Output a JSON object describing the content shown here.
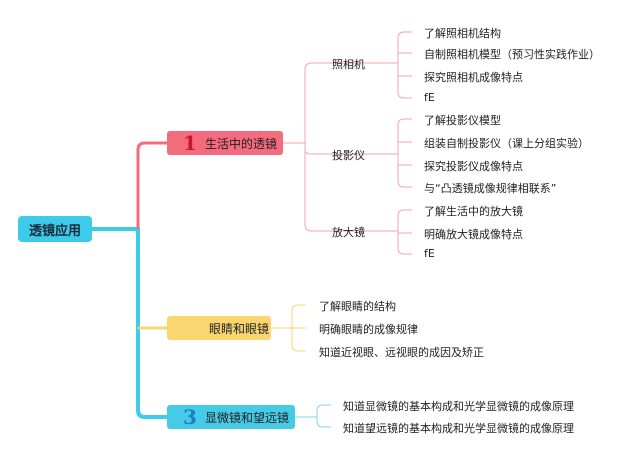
{
  "root": {
    "label": "透镜应用"
  },
  "branches": [
    {
      "number": "1",
      "label": "生活中的透镜",
      "children": [
        {
          "label": "照相机",
          "items": [
            "了解照相机结构",
            "自制照相机模型（预习性实践作业）",
            "探究照相机成像特点",
            "fE"
          ]
        },
        {
          "label": "投影仪",
          "items": [
            "了解投影仪模型",
            "组装自制投影仪（课上分组实验）",
            "探究投影仪成像特点",
            "与“凸透镜成像规律相联系”"
          ]
        },
        {
          "label": "放大镜",
          "items": [
            "了解生活中的放大镜",
            "明确放大镜成像特点",
            "fE"
          ]
        }
      ]
    },
    {
      "number": "",
      "label": "眼睛和眼镜",
      "items": [
        "了解眼睛的结构",
        "明确眼睛的成像规律",
        "知道近视眼、远视眼的成因及矫正"
      ]
    },
    {
      "number": "3",
      "label": "显微镜和望远镜",
      "items": [
        "知道显微镜的基本构成和光学显微镜的成像原理",
        "知道望远镜的基本构成和光学显微镜的成像原理"
      ]
    }
  ],
  "colors": {
    "root": "#3ccbe8",
    "branch1": "#f46b7d",
    "branch2": "#fbd670",
    "branch3": "#46cbe6",
    "branch1_line": "#f5a3ad",
    "branch2_line": "#fbd67a",
    "branch3_line": "#7fd9ec"
  }
}
